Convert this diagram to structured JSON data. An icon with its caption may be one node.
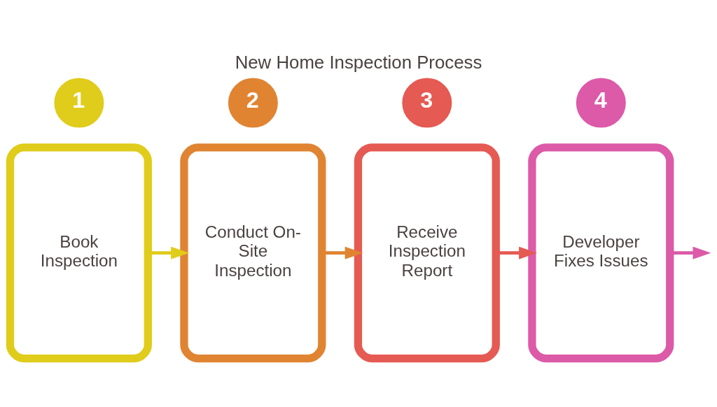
{
  "diagram": {
    "title": "New Home Inspection Process",
    "nodes": [
      {
        "text": [
          "Book Inspection"
        ]
      },
      {
        "text": [
          "1"
        ]
      },
      {
        "text": [
          "Conduct On-Site Inspection"
        ]
      },
      {
        "text": [
          "2"
        ]
      },
      {
        "text": [
          "Receive Inspection Report"
        ]
      },
      {
        "text": [
          "3"
        ]
      },
      {
        "text": [
          "Developer Fixes Issues"
        ]
      },
      {
        "text": [
          "4"
        ]
      }
    ],
    "edges": [
      {
        "from": 0,
        "to": 2,
        "arrow": "to",
        "color": "#e0cc1a"
      },
      {
        "from": 2,
        "to": 4,
        "arrow": "to",
        "color": "#e08432"
      },
      {
        "from": 4,
        "to": 6,
        "arrow": "to",
        "color": "#e55a52"
      },
      {
        "from": 6,
        "to": null,
        "arrow": "to",
        "color": "#dc5aa8"
      }
    ]
  }
}
